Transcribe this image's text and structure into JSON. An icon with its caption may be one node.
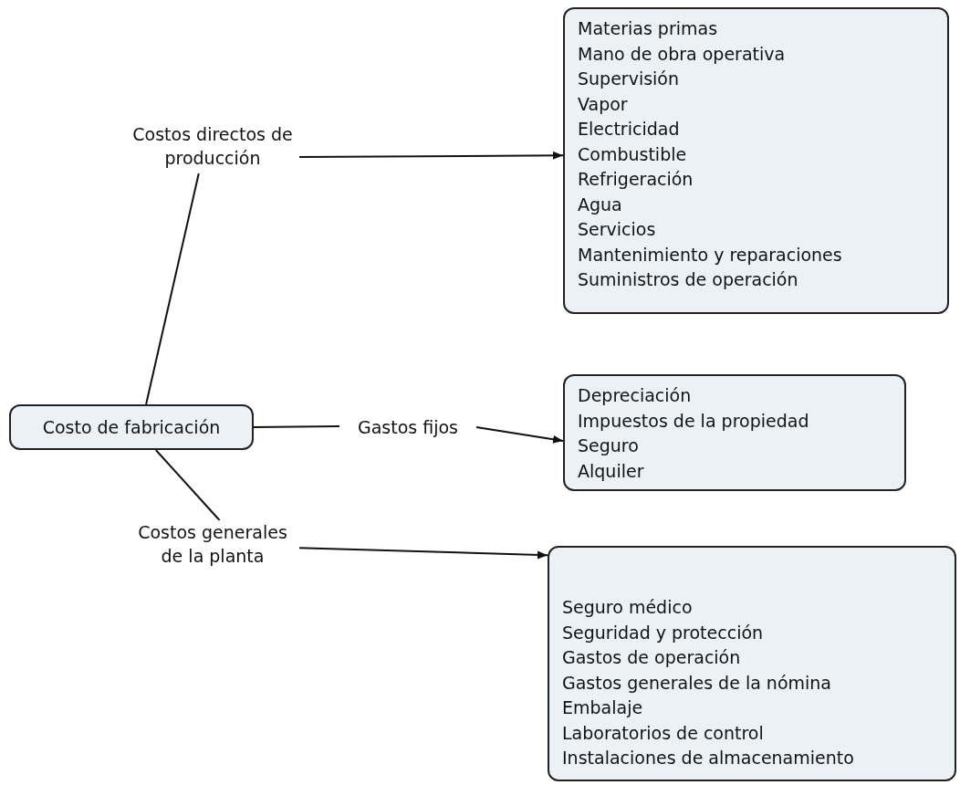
{
  "diagram": {
    "nodes": [
      {
        "text": [
          "Costo de fabricación"
        ]
      },
      {
        "text": [
          "Costos directos de producción"
        ]
      },
      {
        "text": [
          "Materias primas",
          "Mano de obra operativa",
          "Supervisión",
          "Vapor",
          "Electricidad",
          "Combustible",
          "Refrigeración",
          "Agua",
          "Servicios",
          "Mantenimiento y reparaciones",
          "Suministros de operación"
        ]
      },
      {
        "text": [
          "Gastos fijos"
        ]
      },
      {
        "text": [
          "Depreciación",
          "Impuestos de la propiedad",
          "Seguro",
          "Alquiler"
        ]
      },
      {
        "text": [
          "Costos generales de la planta"
        ]
      },
      {
        "text": [
          "Seguro médico",
          "Seguridad y protección",
          "Gastos de operación",
          "Gastos generales de la nómina",
          "Embalaje",
          "Laboratorios de control",
          "Instalaciones de almacenamiento"
        ]
      }
    ],
    "edges": [
      {
        "from": 0,
        "to": 1,
        "arrow": "none"
      },
      {
        "from": 1,
        "to": 2,
        "arrow": "to"
      },
      {
        "from": 0,
        "to": 3,
        "arrow": "none"
      },
      {
        "from": 3,
        "to": 4,
        "arrow": "to"
      },
      {
        "from": 0,
        "to": 5,
        "arrow": "none"
      },
      {
        "from": 5,
        "to": 6,
        "arrow": "to"
      }
    ]
  }
}
